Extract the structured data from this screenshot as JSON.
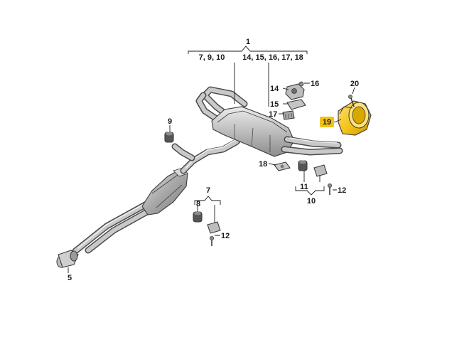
{
  "diagram": {
    "labels": {
      "l1": "1",
      "group_left": "7, 9, 10",
      "group_right": "14, 15, 16, 17, 18",
      "l20": "20",
      "l16": "16",
      "l14": "14",
      "l15": "15",
      "l17": "17",
      "l19": "19",
      "l9": "9",
      "l18": "18",
      "l11": "11",
      "l12a": "12",
      "l10": "10",
      "l7": "7",
      "l8": "8",
      "l12b": "12",
      "l5": "5"
    },
    "colors": {
      "highlight": "#f2c218",
      "pipe": "#c9c9c9",
      "outline": "#3b3b3b"
    }
  }
}
